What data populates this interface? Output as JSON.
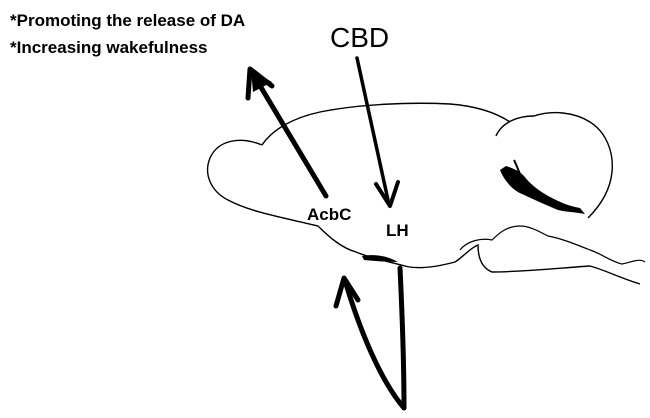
{
  "effects": {
    "line1": "*Promoting the release of DA",
    "line2": "*Increasing wakefulness"
  },
  "labels": {
    "cbd": "CBD",
    "acbc": "AcbC",
    "lh": "LH"
  },
  "colors": {
    "ink": "#000000",
    "background": "#ffffff"
  }
}
